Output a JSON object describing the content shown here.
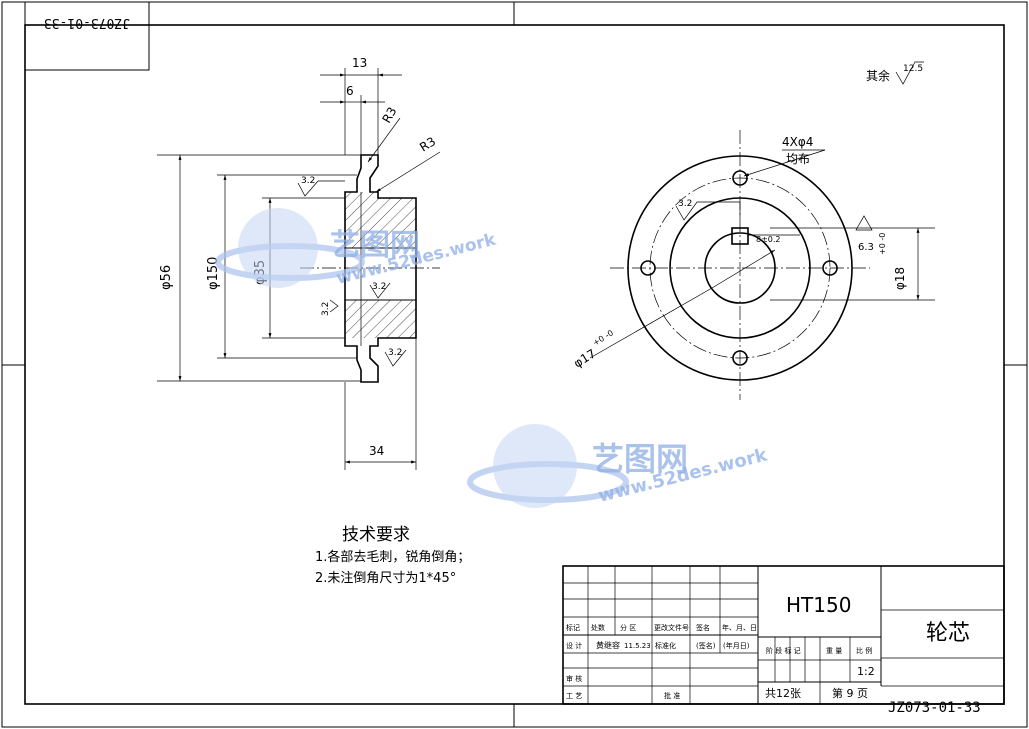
{
  "drawing_number": "JZ073-01-33",
  "surface_finish_note": {
    "prefix": "其余",
    "value": "12.5"
  },
  "side_view": {
    "dims": {
      "width_top": "13",
      "step": "6",
      "radius_1": "R3",
      "radius_2": "R3",
      "dia_outer": "φ56",
      "dia_flange": "φ150",
      "dia_bore": "φ35",
      "width_bottom": "34"
    },
    "roughness": [
      "3.2",
      "3.2",
      "3.2",
      "3.2"
    ]
  },
  "front_view": {
    "holes_label": "4Xφ4",
    "holes_note": "均布",
    "roughness_left": "3.2",
    "roughness_right": "6.3",
    "keyway": "8±0.2",
    "dia_right": "φ18",
    "dia_right_tol": "+0 -0",
    "dia_left": "φ17",
    "dia_left_tol": "+0 -0"
  },
  "watermark": {
    "brand": "艺图网",
    "url": "www.52des.work"
  },
  "tech_requirements": {
    "title": "技术要求",
    "items": [
      "1.各部去毛刺，锐角倒角；",
      "2.未注倒角尺寸为1*45°"
    ]
  },
  "title_block": {
    "material": "HT150",
    "part_name": "轮芯",
    "revision_headers": [
      "标记",
      "处数",
      "分 区",
      "更改文件号",
      "签名",
      "年、月、日"
    ],
    "design_label": "设 计",
    "designer": "黄继容",
    "design_date": "11.5.23",
    "standardization": "标准化",
    "signature": "(签名)",
    "date_placeholder": "(年月日)",
    "review": "审 核",
    "process": "工 艺",
    "approve": "批 准",
    "stage_headers": [
      "阶 段 标 记",
      "重 量",
      "比 例"
    ],
    "scale": "1:2",
    "total_sheets": "共12张",
    "sheet_no": "第 9 页",
    "drawing_number": "JZ073-01-33"
  }
}
